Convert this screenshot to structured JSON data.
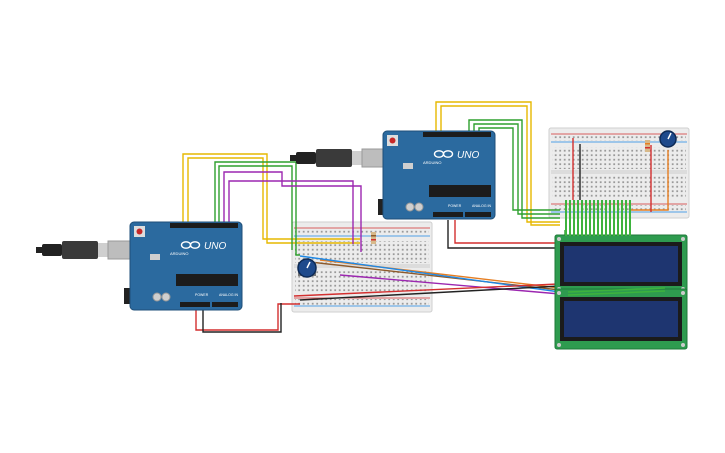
{
  "boards": [
    {
      "logo_text": "UNO",
      "brand_text": "ARDUINO",
      "power_label": "POWER",
      "analog_label": "ANALOG IN"
    },
    {
      "logo_text": "UNO",
      "brand_text": "ARDUINO",
      "power_label": "POWER",
      "analog_label": "ANALOG IN"
    }
  ],
  "colors": {
    "board": "#2b6a9f",
    "board_dark": "#1f4f78",
    "breadboard": "#e9e9e9",
    "lcd_pcb": "#2e9b4f",
    "lcd_screen": "#1e3570",
    "wire_yellow": "#e6b800",
    "wire_green": "#2ea02e",
    "wire_purple": "#9c27b0",
    "wire_red": "#d32f2f",
    "wire_black": "#222222",
    "wire_orange": "#e67e22",
    "wire_blue": "#1e88e5",
    "wire_brown": "#8d5a2b"
  },
  "icons": [
    "usb-cable-icon",
    "potentiometer-icon",
    "resistor-icon",
    "reset-button-icon",
    "lcd-display-icon"
  ]
}
